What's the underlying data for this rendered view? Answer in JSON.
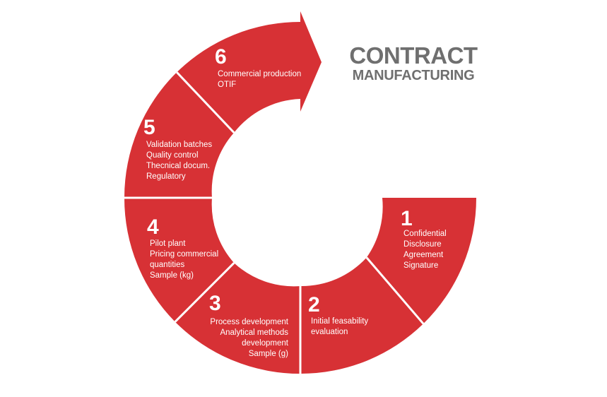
{
  "title": {
    "line1": "CONTRACT",
    "line2": "MANUFACTURING"
  },
  "colors": {
    "segment_fill": "#d73135",
    "separator": "#ffffff",
    "title_text": "#6f6f6f"
  },
  "steps": [
    {
      "number": "1",
      "lines": [
        "Confidential",
        "Disclosure",
        "Agreement",
        "Signature"
      ]
    },
    {
      "number": "2",
      "lines": [
        "Initial feasability",
        "evaluation"
      ]
    },
    {
      "number": "3",
      "lines": [
        "Process development",
        "Analytical methods",
        "development",
        "Sample (g)"
      ]
    },
    {
      "number": "4",
      "lines": [
        "Pilot plant",
        "Pricing commercial",
        "quantities",
        "Sample (kg)"
      ]
    },
    {
      "number": "5",
      "lines": [
        "Validation batches",
        "Quality control",
        "Thecnical docum.",
        "Regulatory"
      ]
    },
    {
      "number": "6",
      "lines": [
        "Commercial production",
        "OTIF"
      ]
    }
  ]
}
